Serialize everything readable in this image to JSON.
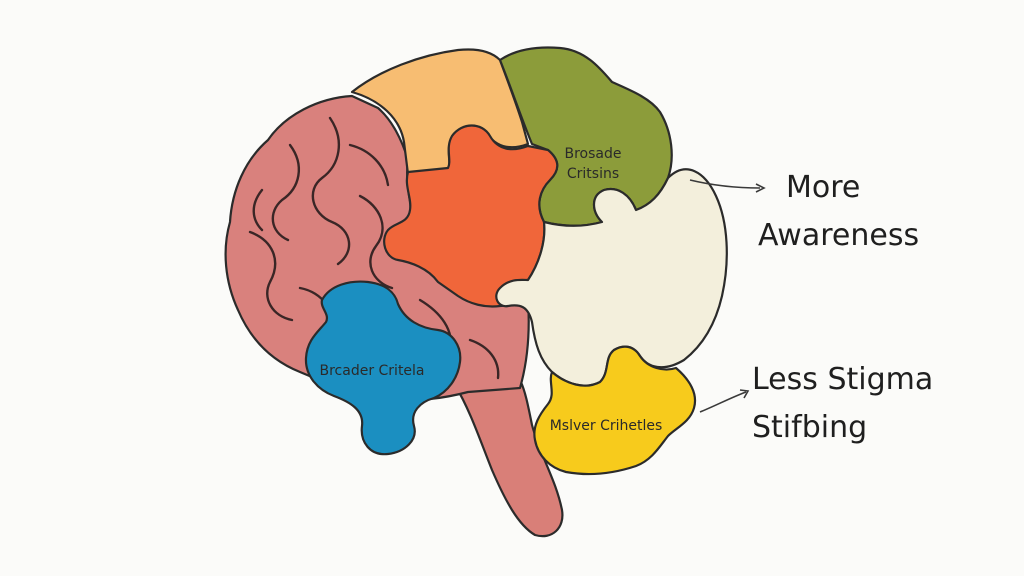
{
  "labels": {
    "green_piece": [
      "Brosade",
      "Critsins"
    ],
    "blue_piece": "Brcader Critela",
    "yellow_piece": "Mslver Crihetles"
  },
  "callouts": {
    "upper": [
      "More",
      "Awareness"
    ],
    "lower": [
      "Less Stigma",
      "Stifbing"
    ]
  },
  "colors": {
    "background": "#fbfbf9",
    "pink_lobe": "#d9817d",
    "orange_top": "#f7bd72",
    "green": "#8c9c3a",
    "red_orange": "#f0663a",
    "cream": "#f3efdc",
    "blue": "#1b8fc1",
    "yellow": "#f7cb1c",
    "brainstem": "#d97f78",
    "outline": "#2b2b2b"
  }
}
